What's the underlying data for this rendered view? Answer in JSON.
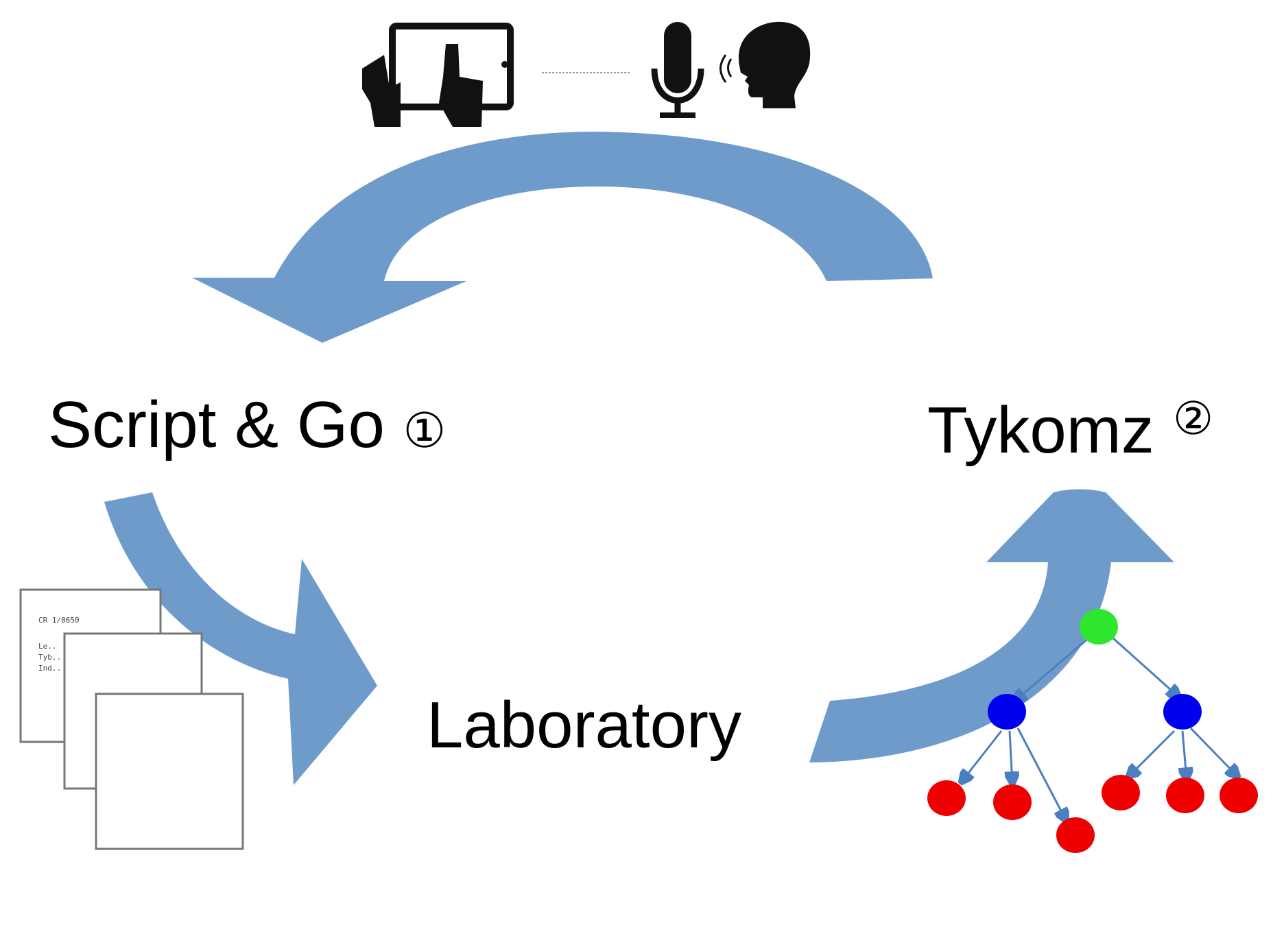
{
  "labels": {
    "script_and_go": "Script & Go",
    "script_and_go_num": "①",
    "tykomz": "Tykomz",
    "tykomz_num": "②",
    "laboratory": "Laboratory"
  },
  "document_text": {
    "heading": "CR 1/0650",
    "line1": "Le..",
    "line2": "Tyb..",
    "line3": "Ind.."
  },
  "colors": {
    "arrow": "#6f9bcb",
    "tree_root": "#2ee62e",
    "tree_middle": "#0000ee",
    "tree_leaf": "#ee0000",
    "tree_edge": "#4a7fc1",
    "icon": "#111111"
  },
  "icons": [
    "tablet-touch-icon",
    "microphone-icon",
    "speaking-head-icon",
    "documents-icon",
    "tree-graph-icon"
  ]
}
